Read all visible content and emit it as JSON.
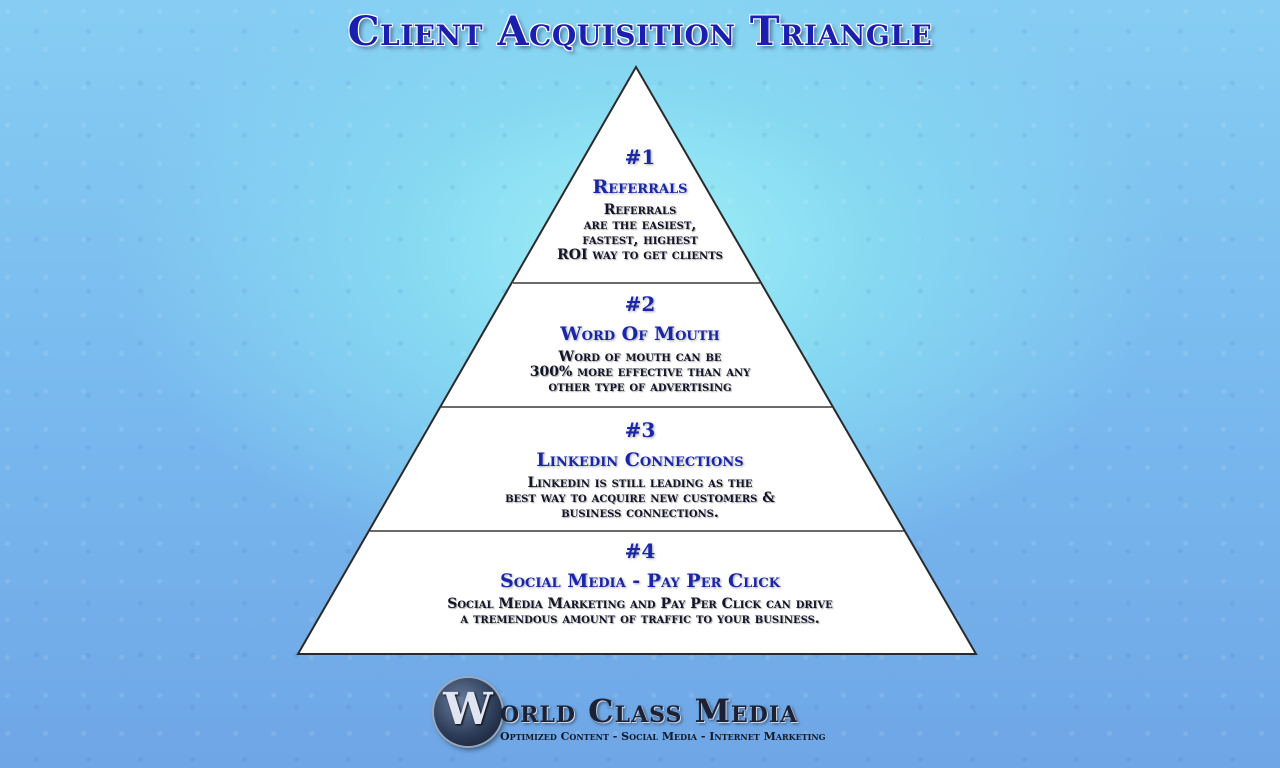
{
  "title": "Client Acquisition Triangle",
  "tiers": [
    {
      "number": "#1",
      "heading": "Referrals",
      "description": "Referrals\nare the easiest,\nfastest, highest\nROI way to get clients"
    },
    {
      "number": "#2",
      "heading": "Word Of Mouth",
      "description": "Word of mouth can be\n300% more effective than any\nother type of advertising"
    },
    {
      "number": "#3",
      "heading": "Linkedin Connections",
      "description": "Linkedin is still leading as the\nbest way to acquire new customers &\nbusiness connections."
    },
    {
      "number": "#4",
      "heading": "Social Media - Pay Per Click",
      "description": "Social Media Marketing and Pay Per Click can drive\na tremendous amount of traffic to your business."
    }
  ],
  "logo": {
    "badge_letter": "W",
    "name": "orld Class Media",
    "tagline": "Optimized Content  - Social Media - Internet Marketing"
  },
  "colors": {
    "heading": "#1a26a8",
    "title": "#1a1fb0",
    "pyramid_fill": "#ffffff",
    "pyramid_stroke": "#2a2a2a"
  }
}
